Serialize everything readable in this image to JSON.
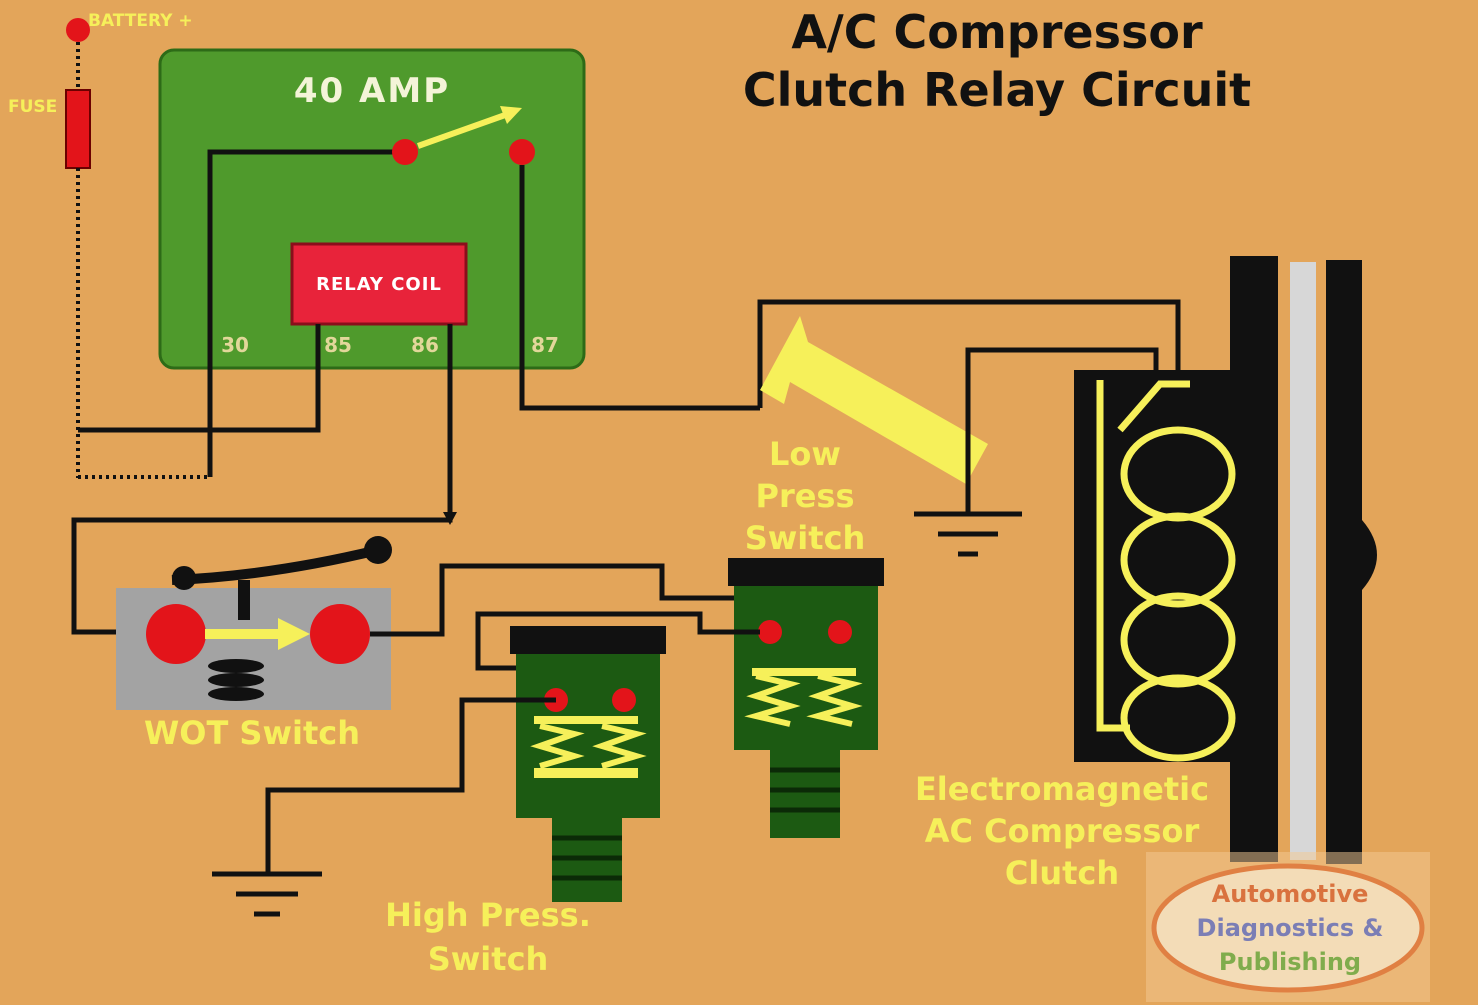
{
  "title": {
    "line1": "A/C Compressor",
    "line2": "Clutch Relay Circuit"
  },
  "labels": {
    "battery": "BATTERY +",
    "fuse": "FUSE",
    "relay": "40 AMP",
    "relay_coil": "RELAY COIL",
    "pins": [
      "30",
      "85",
      "86",
      "87"
    ],
    "wot_switch": "WOT Switch",
    "low_press": [
      "Low",
      "Press",
      "Switch"
    ],
    "high_press": [
      "High Press.",
      "Switch"
    ],
    "clutch": [
      "Electromagnetic",
      "AC Compressor",
      "Clutch"
    ]
  },
  "watermark": [
    "Automotive",
    "Diagnostics &",
    "Publishing"
  ],
  "colors": {
    "background": "#e3a55a",
    "relay_box": "#4f9a2c",
    "coil": "#e8233a",
    "contact": "#e3141a",
    "switch_body": "#1c5a12",
    "label_yellow": "#f6f05a",
    "wire": "#111111"
  }
}
